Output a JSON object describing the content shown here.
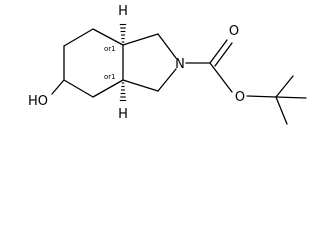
{
  "molecule": {
    "atoms": {
      "h_top": "H",
      "h_bottom": "H",
      "nitrogen": "N",
      "carbonyl_oxygen": "O",
      "ester_oxygen": "O",
      "hydroxyl": "HO"
    },
    "stereo_labels": {
      "upper": "or1",
      "lower": "or1"
    }
  }
}
